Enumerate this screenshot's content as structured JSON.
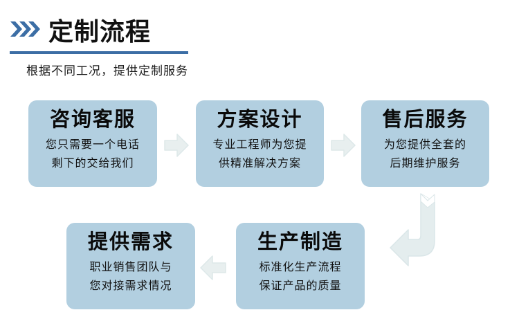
{
  "header": {
    "icon": "triple-chevron-right-icon",
    "title": "定制流程",
    "subtitle": "根据不同工况，提供定制服务",
    "accent_color": "#3c6ea5",
    "rule_color": "#3c6ea5"
  },
  "theme": {
    "card_bg": "#b2cfe0",
    "arrow_fill": "#e4edee",
    "arrow_stroke": "#d4e2e4",
    "text_color": "#0a0a0a",
    "page_bg": "#ffffff"
  },
  "flow": {
    "steps": [
      {
        "id": "card-1",
        "title": "咨询客服",
        "line1": "您只需要一个电话",
        "line2": "剩下的交给我们"
      },
      {
        "id": "card-2",
        "title": "方案设计",
        "line1": "专业工程师为您提",
        "line2": "供精准解决方案"
      },
      {
        "id": "card-3",
        "title": "售后服务",
        "line1": "为您提供全套的",
        "line2": "后期维护服务"
      },
      {
        "id": "card-4",
        "title": "提供需求",
        "line1": "职业销售团队与",
        "line2": "您对接需求情况"
      },
      {
        "id": "card-5",
        "title": "生产制造",
        "line1": "标准化生产流程",
        "line2": "保证产品的质量"
      }
    ],
    "connectors": [
      {
        "id": "arrow-1",
        "icon": "arrow-right-icon",
        "from": "card-1",
        "to": "card-2"
      },
      {
        "id": "arrow-2",
        "icon": "arrow-right-icon",
        "from": "card-2",
        "to": "card-3"
      },
      {
        "id": "arrow-bend",
        "icon": "arrow-bend-down-left-icon",
        "from": "card-3",
        "to": "card-5"
      },
      {
        "id": "arrow-4",
        "icon": "arrow-left-icon",
        "from": "card-5",
        "to": "card-4"
      }
    ]
  }
}
